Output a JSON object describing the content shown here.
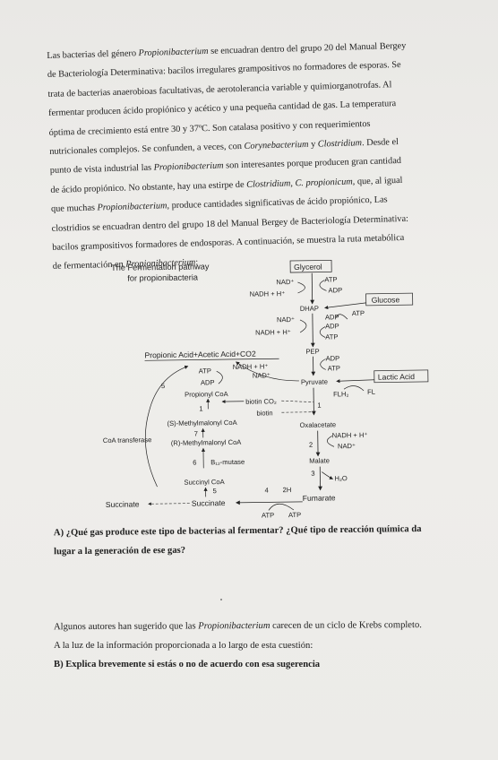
{
  "paragraph": {
    "lines": [
      {
        "parts": [
          "Las bacterias del género ",
          "Propionibacterium",
          " se encuadran dentro del grupo 20 del Manual Bergey"
        ]
      },
      {
        "parts": [
          "de Bacteriología Determinativa: bacilos irregulares grampositivos no formadores de esporas. Se"
        ]
      },
      {
        "parts": [
          "trata de bacterias anaerobioas facultativas, de aerotolerancia variable y quimiorganotrofas. Al"
        ]
      },
      {
        "parts": [
          "fermentar producen ácido propiónico y acético y una pequeña cantidad de gas. La temperatura"
        ]
      },
      {
        "parts": [
          "óptima de crecimiento está entre 30 y 37ºC. Son catalasa positivo y con requerimientos"
        ]
      },
      {
        "parts": [
          "nutricionales complejos. Se confunden, a veces, con ",
          "Corynebacterium",
          " y ",
          "Clostridium",
          ". Desde el"
        ]
      },
      {
        "parts": [
          "punto de vista industrial las ",
          "Propionibacterium",
          " son interesantes porque producen gran cantidad"
        ]
      },
      {
        "parts": [
          "de ácido propiónico. No obstante, hay una estirpe de ",
          "Clostridium",
          ", ",
          "C. propionicum",
          ", que, al igual"
        ]
      },
      {
        "parts": [
          "que muchas ",
          "Propionibacterium",
          ", produce cantidades significativas de ácido propiónico, Las"
        ]
      },
      {
        "parts": [
          "clostridios se encuadran dentro del grupo 18 del Manual Bergey de Bacteriología Determinativa:"
        ]
      },
      {
        "parts": [
          "bacilos grampositivos formadores de endosporas. A continuación, se muestra la ruta metabólica"
        ]
      },
      {
        "parts": [
          "de fermentación en ",
          "Propionibacterium",
          ":"
        ]
      }
    ]
  },
  "diagram": {
    "title_line1": "The Fermentation pathway",
    "title_line2": "for propionibacteria",
    "glycerol": "Glycerol",
    "glucose": "Glucose",
    "lactic_acid": "Lactic Acid",
    "propionic_header": "Propionic Acid+Acetic Acid+CO2",
    "nad_plus": "NAD⁺",
    "atp": "ATP",
    "nadh_h": "NADH + H⁺",
    "adp": "ADP",
    "dhap": "DHAP",
    "nad_plus_2": "NAD⁺",
    "adp_2": "ADP",
    "atp_2": "ATP",
    "nadh_h_2": "NADH + H⁺",
    "adp_3": "ADP",
    "atp_3": "ATP",
    "pep": "PEP",
    "adp_4": "ADP",
    "atp_4": "ATP",
    "pyruvate": "Pyruvate",
    "atp_5": "ATP",
    "nadh_h_3": "NADH + H⁺",
    "nad_plus_3": "NAD⁺",
    "adp_5": "ADP",
    "num_5": "5",
    "propionyl_coa": "Propionyl CoA",
    "num_1a": "1",
    "biotin_co2": "biotin CO₂",
    "biotin": "biotin",
    "num_1b": "1",
    "flh2": "FLH₂",
    "fl": "FL",
    "methylmalonyl_s": "(S)-Methylmalonyl CoA",
    "num_7": "7",
    "coa_transferase": "CoA transferase",
    "methylmalonyl_r": "(R)-Methylmalonyl CoA",
    "oxalacetate": "Oxalacetate",
    "num_2": "2",
    "nadh_h_4": "NADH + H⁺",
    "nad_plus_4": "NAD⁺",
    "num_6": "6",
    "b12_mutase": "B₁₂-mutase",
    "malate": "Malate",
    "num_3": "3",
    "h2o": "H₂O",
    "succinyl_coa": "Succinyl CoA",
    "num_5b": "5",
    "num_4": "4",
    "two_h": "2H",
    "succinate_left": "Succinate",
    "succinate": "Succinate",
    "fumarate": "Fumarate",
    "atp_6": "ATP",
    "atp_7": "ATP"
  },
  "question_a": {
    "line1": "A) ¿Qué gas produce este tipo de bacterias al fermentar? ¿Qué tipo de reacción química da",
    "line2": "lugar a la generación de ese gas?"
  },
  "question_b": {
    "line1_parts": [
      "Algunos autores han sugerido que las ",
      "Propionibacterium",
      " carecen de un ciclo de Krebs completo."
    ],
    "line2": "A la luz de la información proporcionada a lo largo de esta cuestión:",
    "line3": "B) Explica brevemente si estás o no de acuerdo con esa sugerencia"
  }
}
